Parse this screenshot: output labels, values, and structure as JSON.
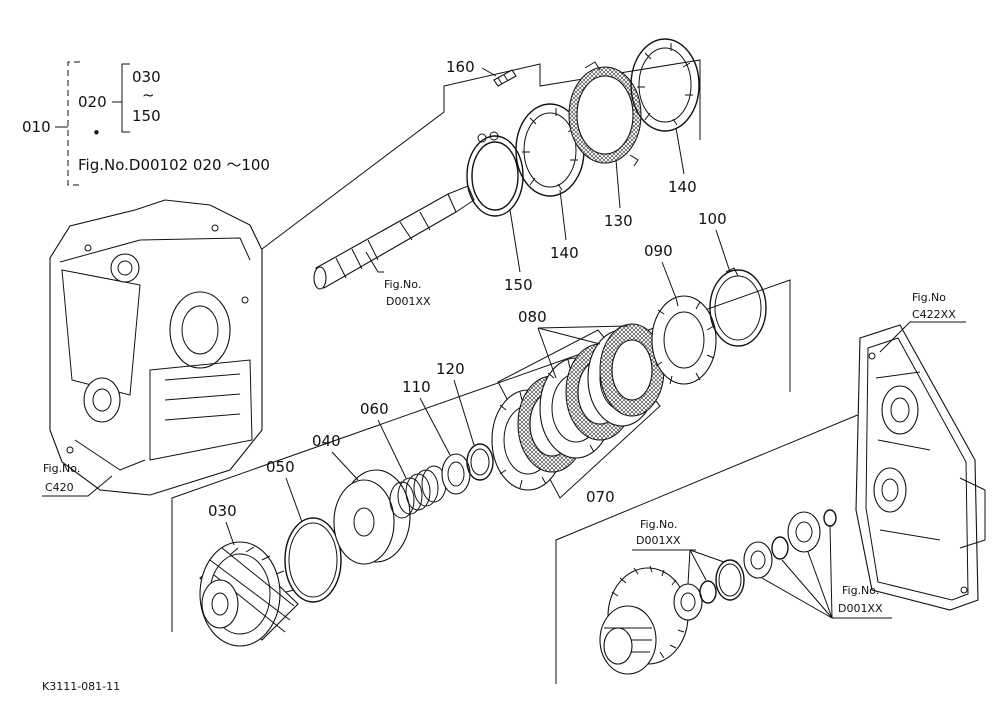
{
  "tree": {
    "root": "010",
    "child": "020",
    "range_start": "030",
    "range_sep": "~",
    "range_end": "150",
    "dot": "•",
    "fig_ref": "Fig.No.D00102  020 ～100"
  },
  "parts": {
    "p030": "030",
    "p040": "040",
    "p050": "050",
    "p060": "060",
    "p070": "070",
    "p080": "080",
    "p090": "090",
    "p100": "100",
    "p110": "110",
    "p120": "120",
    "p130": "130",
    "p140a": "140",
    "p140b": "140",
    "p150": "150",
    "p160": "160"
  },
  "figrefs": {
    "shaft": {
      "line1": "Fig.No.",
      "line2": "D001XX"
    },
    "housing": {
      "line1": "Fig.No.",
      "line2": "C420"
    },
    "cover": {
      "line1": "Fig.No",
      "line2": "C422XX"
    },
    "bearing_upper": {
      "line1": "Fig.No.",
      "line2": "D001XX"
    },
    "bearing_lower": {
      "line1": "Fig.No.",
      "line2": "D001XX"
    }
  },
  "footer": {
    "code": "K3111-081-11"
  }
}
